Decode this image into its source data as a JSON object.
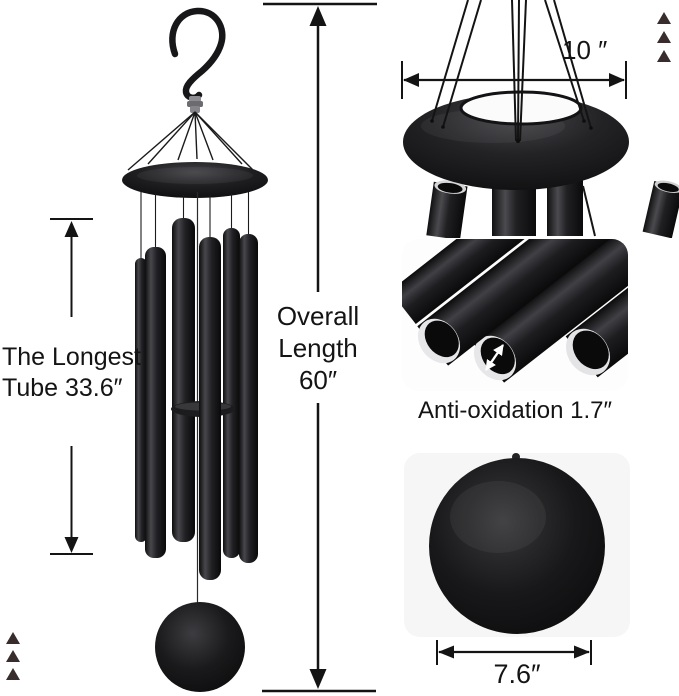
{
  "annotations": {
    "longest_tube_line1": "The Longest",
    "longest_tube_line2": "Tube 33.6″",
    "overall_length_line1": "Overall",
    "overall_length_line2": "Length",
    "overall_length_line3": "60″",
    "canopy_width": "10 ″",
    "anti_oxidation": "Anti-oxidation 1.7″",
    "catcher_diameter": "7.6″"
  },
  "colors": {
    "dimension_line": "#141414",
    "product_black": "#141416",
    "triangle_marker": "#382c2d",
    "closeup_background": "#f6f6f6"
  }
}
